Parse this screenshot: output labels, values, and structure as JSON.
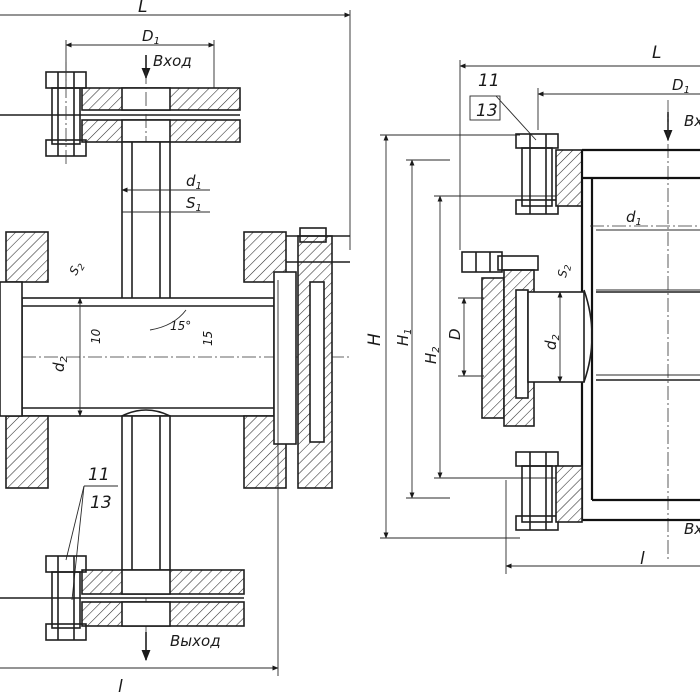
{
  "left_view": {
    "dim_L": "L",
    "dim_D1": "D",
    "dim_D1_sub": "1",
    "inlet": "Вход",
    "outlet": "Выход",
    "dim_d1": "d",
    "dim_d1_sub": "1",
    "dim_s1": "S",
    "dim_s1_sub": "1",
    "dim_s2": "S",
    "dim_s2_sub": "2",
    "dim_d2": "d",
    "dim_d2_sub": "2",
    "dim_10": "10",
    "angle_15": "15°",
    "dim_15": "15",
    "callout_top": "11",
    "callout_bottom": "13",
    "dim_l": "l"
  },
  "right_view": {
    "dim_L": "L",
    "dim_D1": "D",
    "dim_D1_sub": "1",
    "callout_top": "11",
    "callout_bottom": "13",
    "dim_H": "H",
    "dim_H1": "H",
    "dim_H1_sub": "1",
    "dim_H2": "H",
    "dim_H2_sub": "2",
    "dim_D": "D",
    "dim_d1": "d",
    "dim_d1_sub": "1",
    "dim_d2": "d",
    "dim_d2_sub": "2",
    "dim_s2": "S",
    "dim_s2_sub": "2",
    "dim_l": "l",
    "inlet_partial": "Bx",
    "outlet_partial": "Bx"
  }
}
